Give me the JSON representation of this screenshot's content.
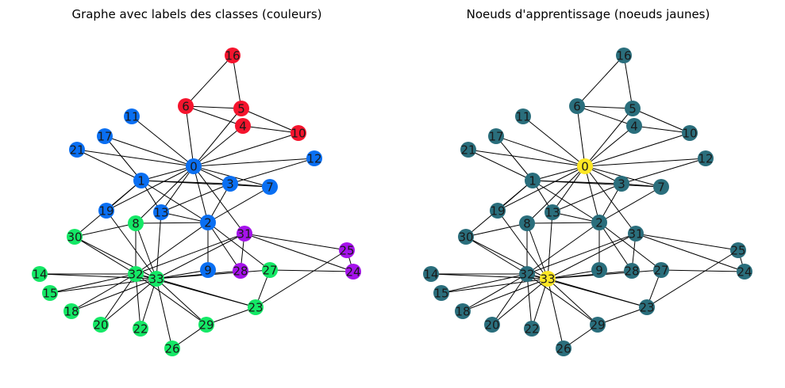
{
  "panels": [
    {
      "title": "Graphe avec labels des classes (couleurs)",
      "color_mode": "class"
    },
    {
      "title": "Noeuds d'apprentissage (noeuds jaunes)",
      "color_mode": "training"
    }
  ],
  "colors": {
    "class_red": "#f5142d",
    "class_blue": "#0a6ff2",
    "class_green": "#14e866",
    "class_purple": "#a512eb",
    "node_default": "#2a6e7c",
    "node_training": "#fde725",
    "edge": "#000000"
  },
  "training_nodes": [
    "0",
    "33"
  ],
  "nodes": [
    {
      "id": "0",
      "class": "blue"
    },
    {
      "id": "1",
      "class": "blue"
    },
    {
      "id": "2",
      "class": "blue"
    },
    {
      "id": "3",
      "class": "blue"
    },
    {
      "id": "4",
      "class": "red"
    },
    {
      "id": "5",
      "class": "red"
    },
    {
      "id": "6",
      "class": "red"
    },
    {
      "id": "7",
      "class": "blue"
    },
    {
      "id": "8",
      "class": "green"
    },
    {
      "id": "9",
      "class": "blue"
    },
    {
      "id": "10",
      "class": "red"
    },
    {
      "id": "11",
      "class": "blue"
    },
    {
      "id": "12",
      "class": "blue"
    },
    {
      "id": "13",
      "class": "blue"
    },
    {
      "id": "14",
      "class": "green"
    },
    {
      "id": "15",
      "class": "green"
    },
    {
      "id": "16",
      "class": "red"
    },
    {
      "id": "17",
      "class": "blue"
    },
    {
      "id": "18",
      "class": "green"
    },
    {
      "id": "19",
      "class": "blue"
    },
    {
      "id": "20",
      "class": "green"
    },
    {
      "id": "21",
      "class": "blue"
    },
    {
      "id": "22",
      "class": "green"
    },
    {
      "id": "23",
      "class": "green"
    },
    {
      "id": "24",
      "class": "purple"
    },
    {
      "id": "25",
      "class": "purple"
    },
    {
      "id": "26",
      "class": "green"
    },
    {
      "id": "27",
      "class": "green"
    },
    {
      "id": "28",
      "class": "purple"
    },
    {
      "id": "29",
      "class": "green"
    },
    {
      "id": "30",
      "class": "green"
    },
    {
      "id": "31",
      "class": "purple"
    },
    {
      "id": "32",
      "class": "green"
    },
    {
      "id": "33",
      "class": "green"
    }
  ],
  "edges": [
    [
      "0",
      "1"
    ],
    [
      "0",
      "2"
    ],
    [
      "0",
      "3"
    ],
    [
      "0",
      "4"
    ],
    [
      "0",
      "5"
    ],
    [
      "0",
      "6"
    ],
    [
      "0",
      "7"
    ],
    [
      "0",
      "8"
    ],
    [
      "0",
      "10"
    ],
    [
      "0",
      "11"
    ],
    [
      "0",
      "12"
    ],
    [
      "0",
      "13"
    ],
    [
      "0",
      "17"
    ],
    [
      "0",
      "19"
    ],
    [
      "0",
      "21"
    ],
    [
      "0",
      "31"
    ],
    [
      "1",
      "2"
    ],
    [
      "1",
      "3"
    ],
    [
      "1",
      "7"
    ],
    [
      "1",
      "13"
    ],
    [
      "1",
      "17"
    ],
    [
      "1",
      "19"
    ],
    [
      "1",
      "21"
    ],
    [
      "1",
      "30"
    ],
    [
      "2",
      "3"
    ],
    [
      "2",
      "7"
    ],
    [
      "2",
      "8"
    ],
    [
      "2",
      "9"
    ],
    [
      "2",
      "13"
    ],
    [
      "2",
      "27"
    ],
    [
      "2",
      "28"
    ],
    [
      "2",
      "32"
    ],
    [
      "3",
      "7"
    ],
    [
      "3",
      "12"
    ],
    [
      "3",
      "13"
    ],
    [
      "4",
      "6"
    ],
    [
      "4",
      "10"
    ],
    [
      "5",
      "6"
    ],
    [
      "5",
      "10"
    ],
    [
      "5",
      "16"
    ],
    [
      "6",
      "16"
    ],
    [
      "8",
      "30"
    ],
    [
      "8",
      "32"
    ],
    [
      "8",
      "33"
    ],
    [
      "9",
      "33"
    ],
    [
      "13",
      "33"
    ],
    [
      "14",
      "32"
    ],
    [
      "14",
      "33"
    ],
    [
      "15",
      "32"
    ],
    [
      "15",
      "33"
    ],
    [
      "18",
      "32"
    ],
    [
      "18",
      "33"
    ],
    [
      "19",
      "33"
    ],
    [
      "20",
      "32"
    ],
    [
      "20",
      "33"
    ],
    [
      "22",
      "32"
    ],
    [
      "22",
      "33"
    ],
    [
      "23",
      "25"
    ],
    [
      "23",
      "27"
    ],
    [
      "23",
      "29"
    ],
    [
      "23",
      "32"
    ],
    [
      "23",
      "33"
    ],
    [
      "24",
      "25"
    ],
    [
      "24",
      "27"
    ],
    [
      "24",
      "31"
    ],
    [
      "25",
      "31"
    ],
    [
      "26",
      "29"
    ],
    [
      "26",
      "33"
    ],
    [
      "27",
      "33"
    ],
    [
      "28",
      "31"
    ],
    [
      "28",
      "33"
    ],
    [
      "29",
      "32"
    ],
    [
      "29",
      "33"
    ],
    [
      "30",
      "32"
    ],
    [
      "30",
      "33"
    ],
    [
      "31",
      "32"
    ],
    [
      "31",
      "33"
    ],
    [
      "32",
      "33"
    ]
  ]
}
